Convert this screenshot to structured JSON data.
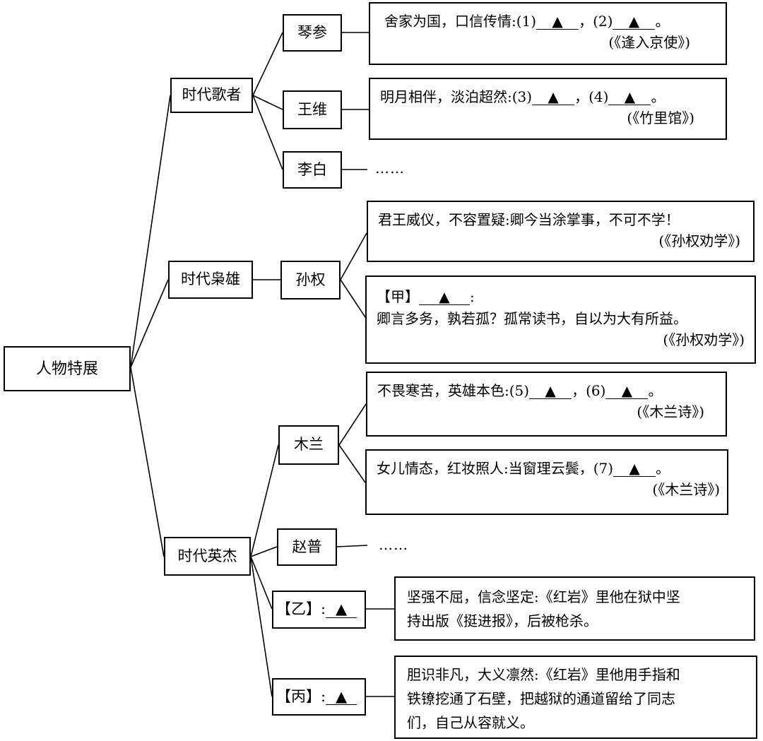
{
  "root": "人物特展",
  "categories": [
    "时代歌者",
    "时代枭雄",
    "时代英杰"
  ],
  "people": {
    "qincan": "琴参",
    "wangwei": "王维",
    "libai": "李白",
    "sunquan": "孙权",
    "mulan": "木兰",
    "zhaopu": "赵普",
    "yi_label": "【乙】:",
    "bing_label": "【丙】:"
  },
  "blank_marker": "▲",
  "ellipsis": "……",
  "descriptions": {
    "qincan": {
      "text": "舍家为国，口信传情:",
      "n1": "(1)",
      "sep": "，",
      "n2": "(2)",
      "end": "。",
      "source": "(《逢入京使》)"
    },
    "wangwei": {
      "text": "明月相伴，淡泊超然:",
      "n1": "(3)",
      "sep": "，",
      "n2": "(4)",
      "end": "。",
      "source": "(《竹里馆》)"
    },
    "sunquan1": {
      "text": "君王威仪，不容置疑:卿今当涂掌事，不可不学！",
      "source": "(《孙权劝学》)"
    },
    "sunquan2": {
      "label": "【甲】",
      "colon": ":",
      "text": "卿言多务，孰若孤？孤常读书，自以为大有所益。",
      "source": "(《孙权劝学》)"
    },
    "mulan1": {
      "text": "不畏寒苦，英雄本色:",
      "n1": "(5)",
      "sep": "，",
      "n2": "(6)",
      "end": "。",
      "source": "(《木兰诗》)"
    },
    "mulan2": {
      "text": "女儿情态，红妆照人:当窗理云鬓，",
      "n1": "(7)",
      "end": "。",
      "source": "(《木兰诗》)"
    },
    "yi": {
      "line1": "坚强不屈，信念坚定:《红岩》里他在狱中坚",
      "line2": "持出版《挺进报》，后被枪杀。"
    },
    "bing": {
      "line1": "胆识非凡，大义凛然:《红岩》里他用手指和",
      "line2": "铁镣挖通了石壁，把越狱的通道留给了同志",
      "line3": "们，自己从容就义。"
    }
  }
}
